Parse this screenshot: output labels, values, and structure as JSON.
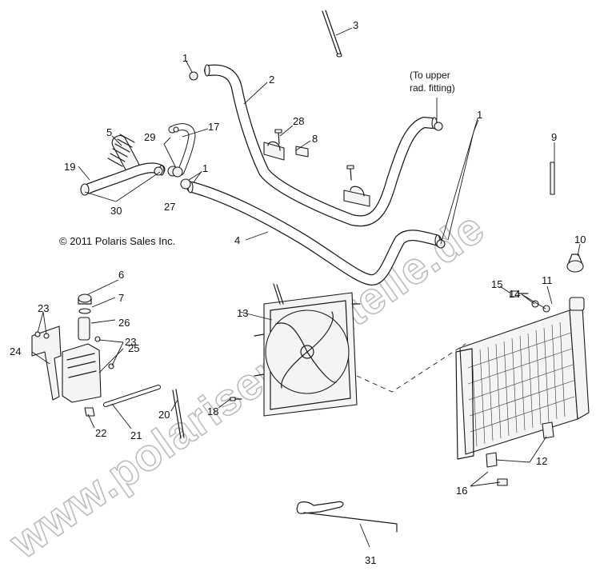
{
  "copyright": "© 2011 Polaris Sales Inc.",
  "note": {
    "line1": "(To upper",
    "line2": "rad. fitting)"
  },
  "watermark": "www.polarisersatzteile.de",
  "callouts": {
    "c1a": "1",
    "c1b": "1",
    "c1c": "1",
    "c2": "2",
    "c3": "3",
    "c4": "4",
    "c5": "5",
    "c6": "6",
    "c7": "7",
    "c8": "8",
    "c9": "9",
    "c10": "10",
    "c11": "11",
    "c12": "12",
    "c13": "13",
    "c14": "14",
    "c15": "15",
    "c16": "16",
    "c17": "17",
    "c18": "18",
    "c19": "19",
    "c20": "20",
    "c21": "21",
    "c22": "22",
    "c23a": "23",
    "c23b": "23",
    "c24": "24",
    "c25": "25",
    "c26": "26",
    "c27": "27",
    "c28": "28",
    "c29": "29",
    "c30": "30",
    "c31": "31"
  },
  "icons": [
    "hose",
    "clamp",
    "bolt",
    "bracket",
    "fan-shroud",
    "radiator",
    "overflow-bottle",
    "radiator-cap",
    "grommet",
    "rod"
  ]
}
